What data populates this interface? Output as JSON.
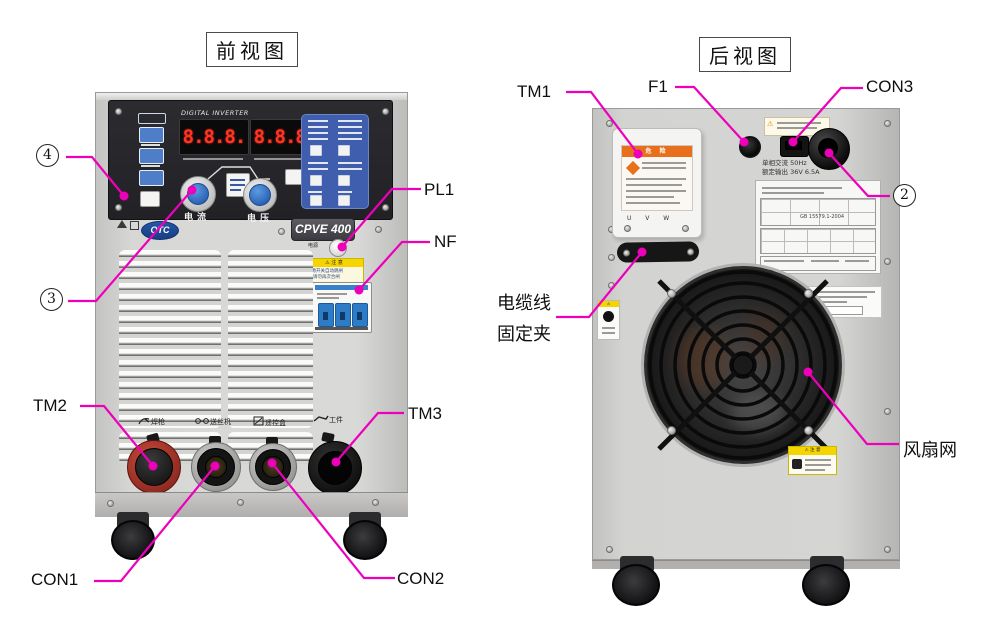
{
  "titles": {
    "front": "前视图",
    "rear": "后视图"
  },
  "callouts": {
    "num4": "4",
    "num3": "3",
    "num2": "2",
    "tm2": "TM2",
    "con1": "CON1",
    "pl1": "PL1",
    "nf": "NF",
    "tm3": "TM3",
    "con2": "CON2",
    "tm1": "TM1",
    "f1": "F1",
    "con3": "CON3",
    "cable_line1": "电缆线",
    "cable_line2": "固定夹",
    "fan": "风扇网"
  },
  "front_panel": {
    "brand": "DIGITAL INVERTER",
    "display_left": "8.8.8.",
    "display_right": "8.8.8.",
    "knob_left": "电流",
    "knob_right": "电压",
    "logo": "OTC",
    "model": "CPVE 400",
    "pl1_label": "电源",
    "warn_title": "⚠ 注 意",
    "warn_line1": "电源开关自动跳闸",
    "warn_line2": "后,请勿再次合闸",
    "connectors": [
      "焊枪",
      "送丝机",
      "遥控盒",
      "工件"
    ]
  },
  "rear_panel": {
    "danger_title": "危 险",
    "terminals": "U   V   W",
    "rating_line1": "单相交流 50Hz",
    "rating_line2": "额定输出 36V 6.5A",
    "standard": "GB 15579.1-2004",
    "fan_warn_title": "⚠ 注 意",
    "con3_warn": "⚠"
  }
}
